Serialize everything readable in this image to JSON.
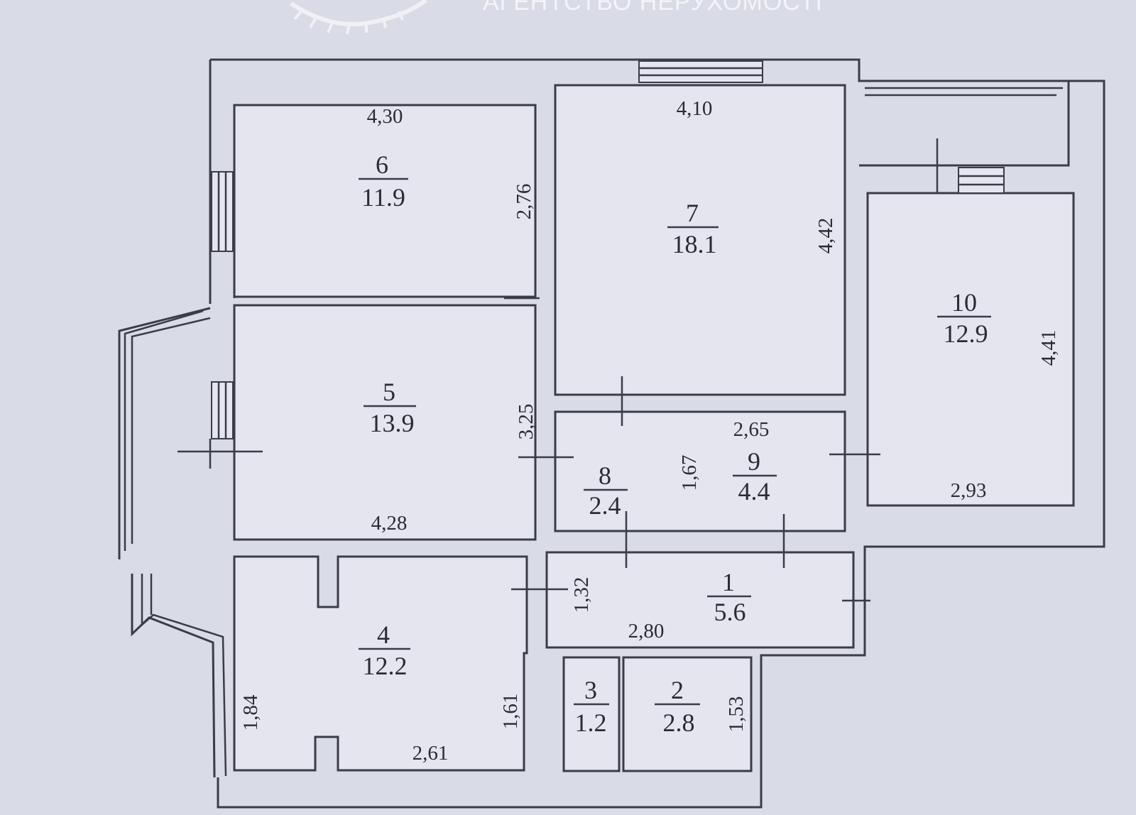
{
  "watermark": {
    "logo": "agency-emblem",
    "text": "АГЕНТСТВО НЕРУХОМОСТІ"
  },
  "rooms": [
    {
      "number": "1",
      "area": "5.6"
    },
    {
      "number": "2",
      "area": "2.8"
    },
    {
      "number": "3",
      "area": "1.2"
    },
    {
      "number": "4",
      "area": "12.2"
    },
    {
      "number": "5",
      "area": "13.9"
    },
    {
      "number": "6",
      "area": "11.9"
    },
    {
      "number": "7",
      "area": "18.1"
    },
    {
      "number": "8",
      "area": "2.4"
    },
    {
      "number": "9",
      "area": "4.4"
    },
    {
      "number": "10",
      "area": "12.9"
    }
  ],
  "dimensions": {
    "room6_width": "4,30",
    "room6_height": "2,76",
    "room7_width": "4,10",
    "room7_height": "4,42",
    "room10_height": "4,41",
    "room10_width": "2,93",
    "room5_height": "3,25",
    "room5_width": "4,28",
    "room9_width": "2,65",
    "room9_height": "1,67",
    "room1_height": "1,32",
    "room1_width": "2,80",
    "room4_height_left": "1,84",
    "room4_height_right": "1,61",
    "room4_width": "2,61",
    "room2_height": "1,53"
  },
  "colors": {
    "paper": "#d9dbe6",
    "room_fill": "#e4e5ee",
    "line": "#3a3c48"
  }
}
